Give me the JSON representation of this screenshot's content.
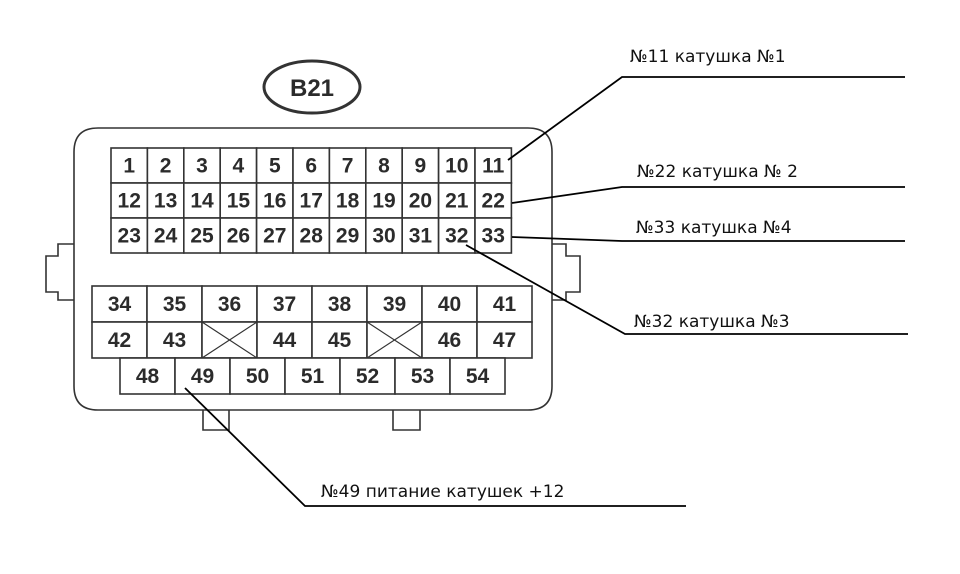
{
  "connector": {
    "id_label": "B21",
    "upper_block": {
      "rows": [
        [
          "1",
          "2",
          "3",
          "4",
          "5",
          "6",
          "7",
          "8",
          "9",
          "10",
          "11"
        ],
        [
          "12",
          "13",
          "14",
          "15",
          "16",
          "17",
          "18",
          "19",
          "20",
          "21",
          "22"
        ],
        [
          "23",
          "24",
          "25",
          "26",
          "27",
          "28",
          "29",
          "30",
          "31",
          "32",
          "33"
        ]
      ]
    },
    "lower_block": {
      "rows": [
        [
          "34",
          "35",
          "36",
          "37",
          "38",
          "39",
          "40",
          "41"
        ],
        [
          "42",
          "43",
          "X",
          "44",
          "45",
          "X",
          "46",
          "47"
        ],
        [
          "48",
          "49",
          "50",
          "51",
          "52",
          "53",
          "54"
        ]
      ]
    }
  },
  "callouts": [
    {
      "pin": "11",
      "text": "№11  катушка №1"
    },
    {
      "pin": "22",
      "text": "№22 катушка № 2"
    },
    {
      "pin": "33",
      "text": "№33 катушка №4"
    },
    {
      "pin": "32",
      "text": "№32 катушка №3"
    },
    {
      "pin": "49",
      "text": "№49 питание катушек +12"
    }
  ],
  "colors": {
    "stroke": "#333333",
    "text": "#2b2b2b",
    "leader": "#000000"
  }
}
